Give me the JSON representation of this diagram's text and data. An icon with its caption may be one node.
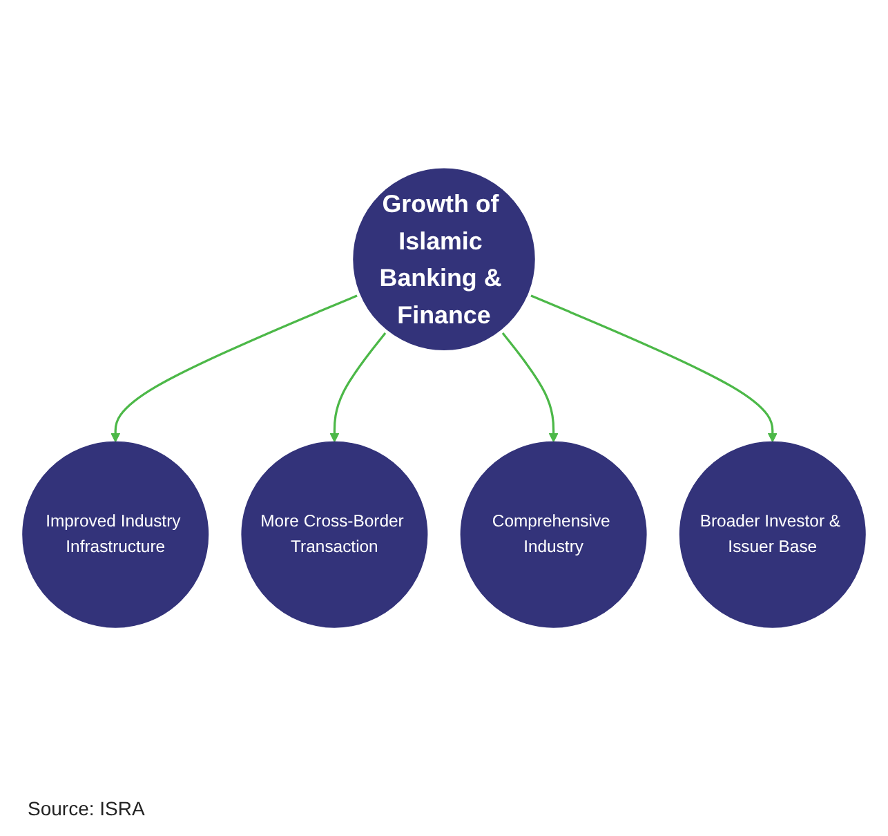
{
  "diagram": {
    "nodes": [
      {
        "text": [
          "Improved Industry Infrastructure"
        ]
      },
      {
        "text": [
          "More Cross-Border Transaction"
        ]
      },
      {
        "text": [
          "Growth of Islamic Banking & Finance"
        ]
      },
      {
        "text": [
          "Comprehensive Industry"
        ]
      },
      {
        "text": [
          "Broader Investor & Issuer Base"
        ]
      }
    ],
    "edges": [
      {
        "from": 2,
        "to": 0,
        "arrow": "to"
      },
      {
        "from": 2,
        "to": 1,
        "arrow": "to"
      },
      {
        "from": 2,
        "to": 3,
        "arrow": "to"
      },
      {
        "from": 2,
        "to": 4,
        "arrow": "to"
      }
    ],
    "labels": [
      "Source: ISRA"
    ]
  }
}
